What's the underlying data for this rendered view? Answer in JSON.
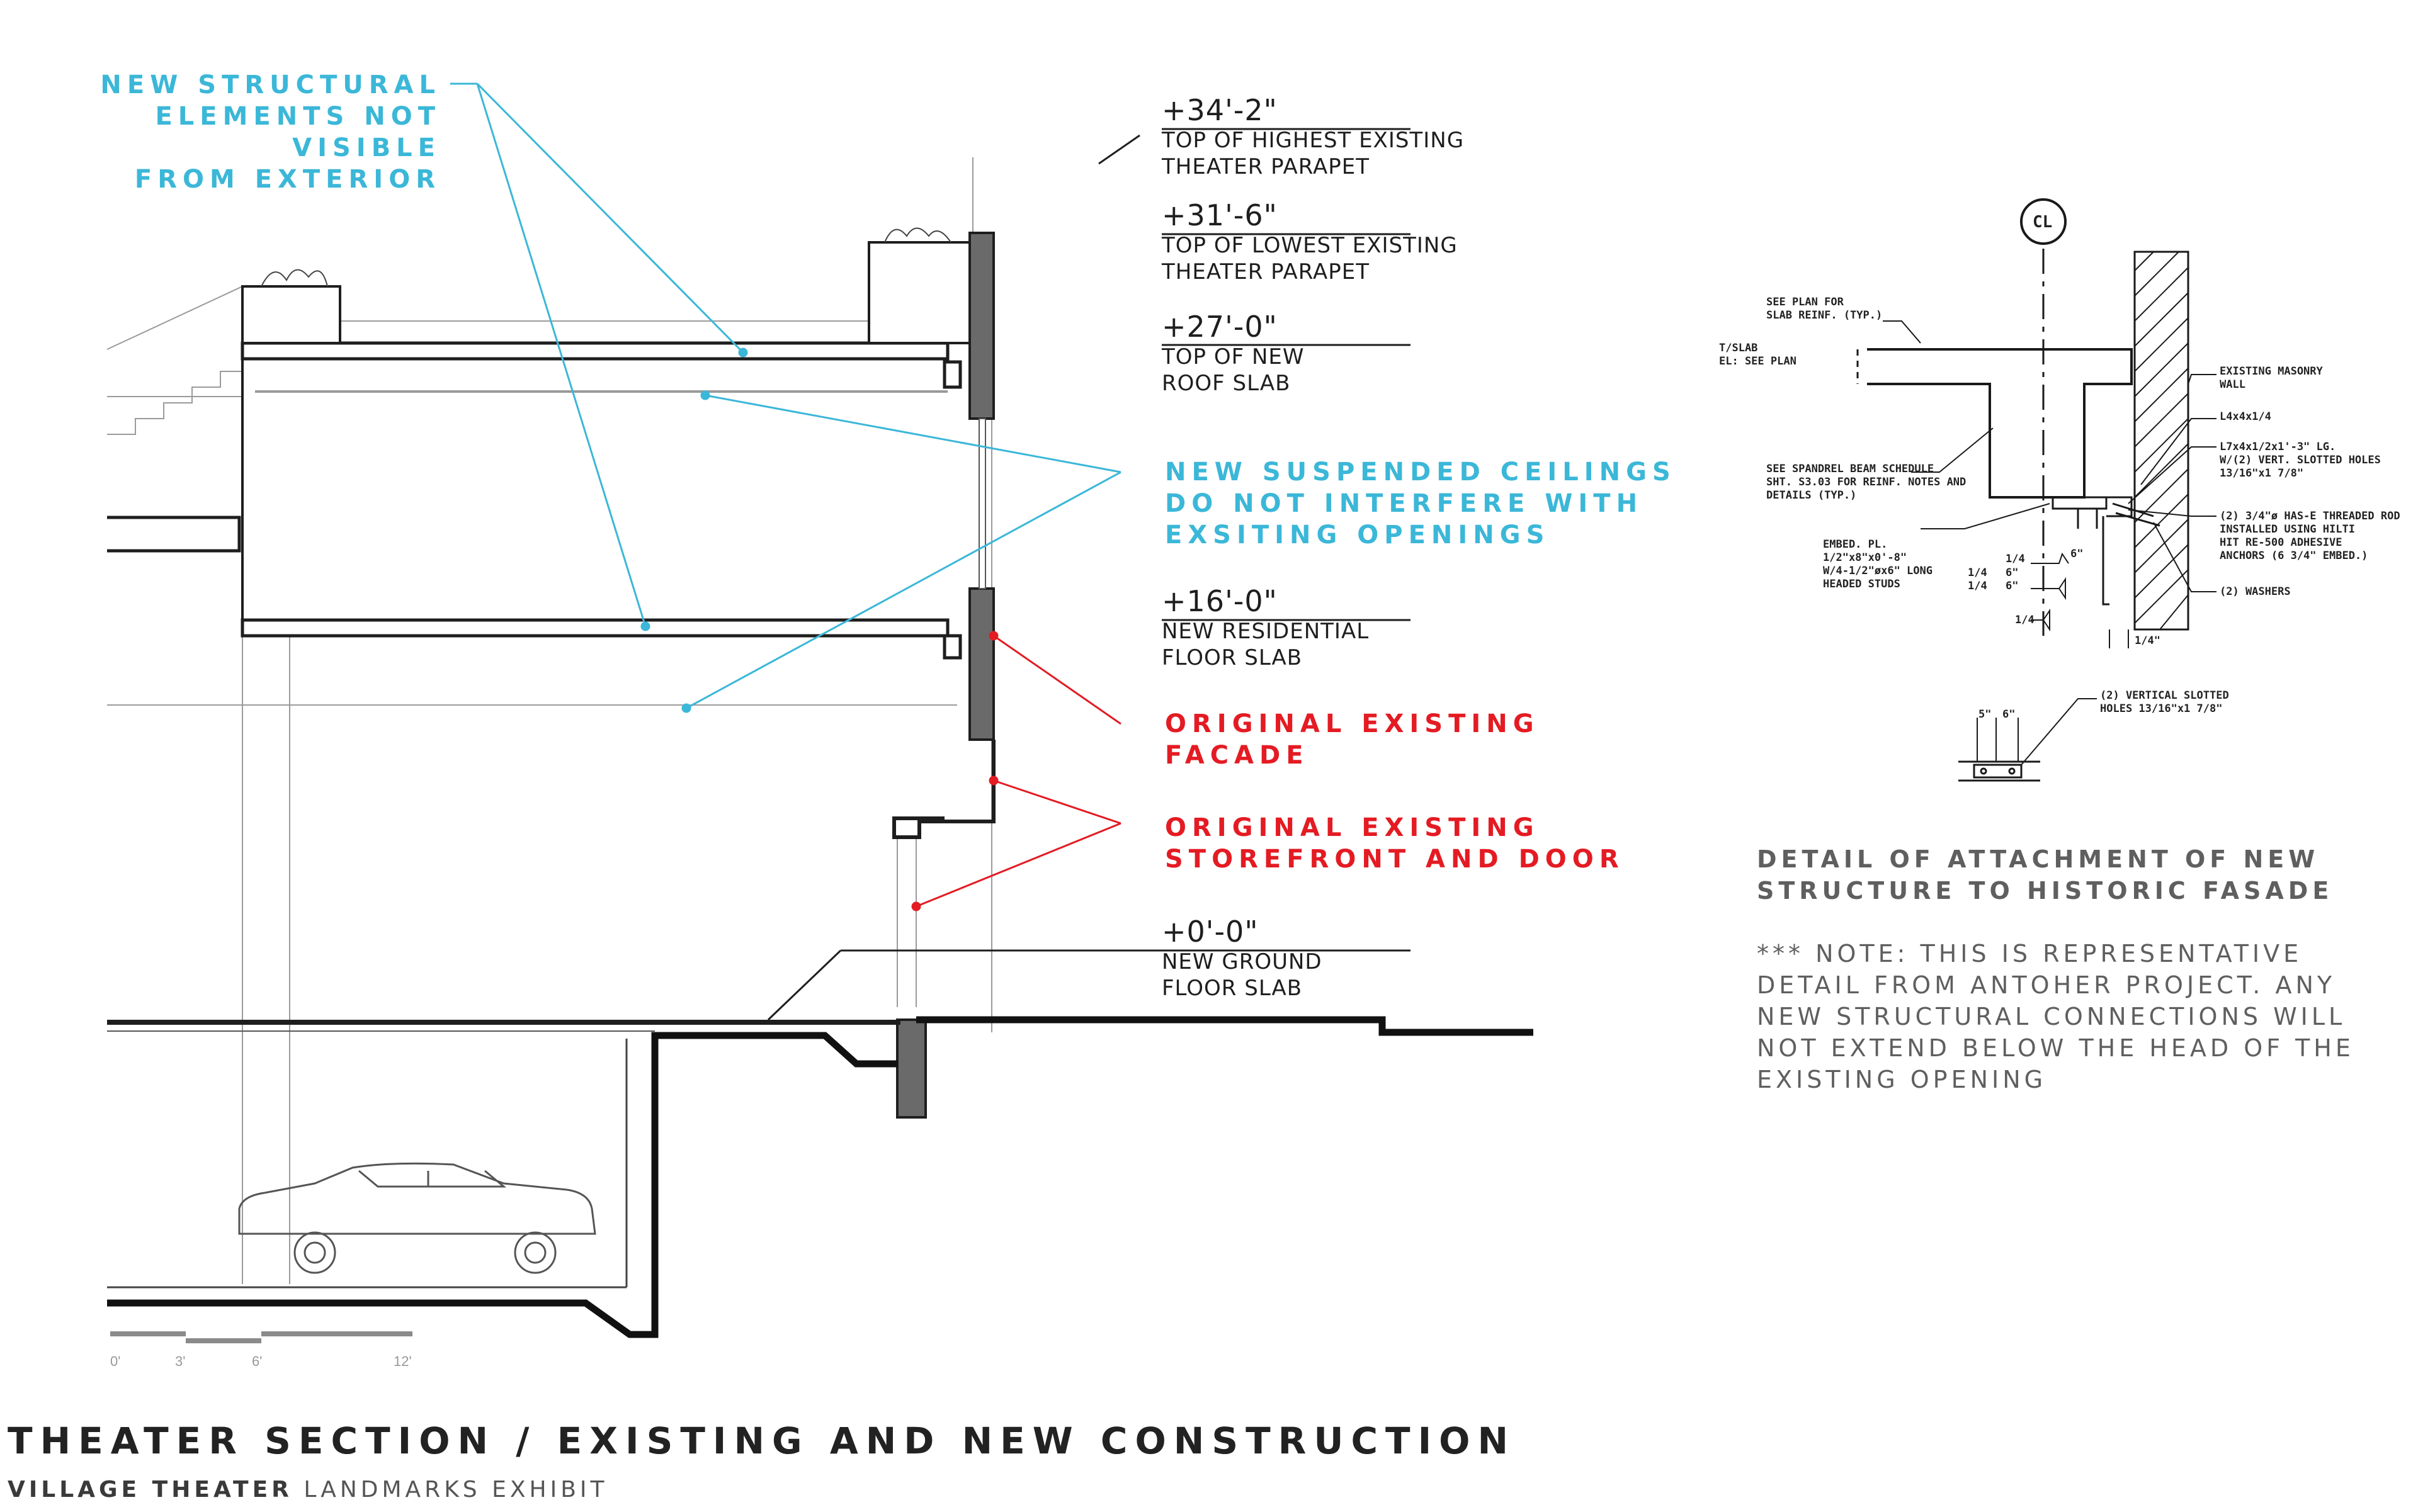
{
  "callouts": {
    "structural": "NEW STRUCTURAL\nELEMENTS NOT VISIBLE\nFROM EXTERIOR",
    "ceilings": "NEW SUSPENDED CEILINGS\nDO NOT INTERFERE WITH\nEXSITING OPENINGS",
    "facade": "ORIGINAL EXISTING\nFACADE",
    "storefront": "ORIGINAL EXISTING\nSTOREFRONT AND DOOR"
  },
  "elevations": [
    {
      "value": "+34'-2\"",
      "label": "TOP OF HIGHEST EXISTING\nTHEATER PARAPET"
    },
    {
      "value": "+31'-6\"",
      "label": "TOP OF LOWEST EXISTING\nTHEATER PARAPET"
    },
    {
      "value": "+27'-0\"",
      "label": "TOP OF NEW\nROOF SLAB"
    },
    {
      "value": "+16'-0\"",
      "label": "NEW RESIDENTIAL\nFLOOR SLAB"
    },
    {
      "value": "+0'-0\"",
      "label": "NEW GROUND\nFLOOR SLAB"
    }
  ],
  "scale_bar": {
    "labels": [
      "0'",
      "3'",
      "6'",
      "12'"
    ]
  },
  "detail": {
    "centerline": "CL",
    "notes": {
      "see_plan": "SEE PLAN FOR\nSLAB REINF. (TYP.)",
      "tslab": "T/SLAB\nEL: SEE PLAN",
      "spandrel": "SEE SPANDREL BEAM SCHEDULE\nSHT. S3.03 FOR REINF. NOTES AND\nDETAILS (TYP.)",
      "embed": "EMBED. PL.\n1/2\"x8\"x0'-8\"\nW/4-1/2\"øx6\" LONG\nHEADED STUDS",
      "weld1": "1/4",
      "weld1b": "6\"",
      "weld2": "1/4\n1/4",
      "weld2b": "6\"\n6\"",
      "weld3": "1/4",
      "masonry": "EXISTING MASONRY\nWALL",
      "angle1": "L4x4x1/4",
      "angle2": "L7x4x1/2x1'-3\" LG.\nW/(2) VERT. SLOTTED HOLES\n13/16\"x1 7/8\"",
      "rod": "(2) 3/4\"ø HAS-E THREADED ROD\nINSTALLED USING HILTI\nHIT RE-500 ADHESIVE\nANCHORS (6 3/4\" EMBED.)",
      "washers": "(2) WASHERS",
      "quarter": "1/4\"",
      "slotted": "(2) VERTICAL SLOTTED\nHOLES 13/16\"x1 7/8\"",
      "dim1": "5\"",
      "dim2": "6\""
    },
    "caption": "DETAIL OF ATTACHMENT OF NEW\nSTRUCTURE TO HISTORIC FASADE",
    "note": "*** NOTE: THIS IS REPRESENTATIVE\nDETAIL FROM ANTOHER PROJECT. ANY\nNEW STRUCTURAL CONNECTIONS WILL\nNOT EXTEND BELOW THE HEAD OF THE\nEXISTING OPENING"
  },
  "title": "THEATER SECTION / EXISTING AND NEW CONSTRUCTION",
  "subtitle": {
    "strong": "VILLAGE THEATER",
    "rest": " LANDMARKS EXHIBIT"
  },
  "colors": {
    "blue": "#3bb7d8",
    "red": "#e41b23",
    "ink": "#1e1e1e",
    "wall": "#6a6a6a"
  }
}
